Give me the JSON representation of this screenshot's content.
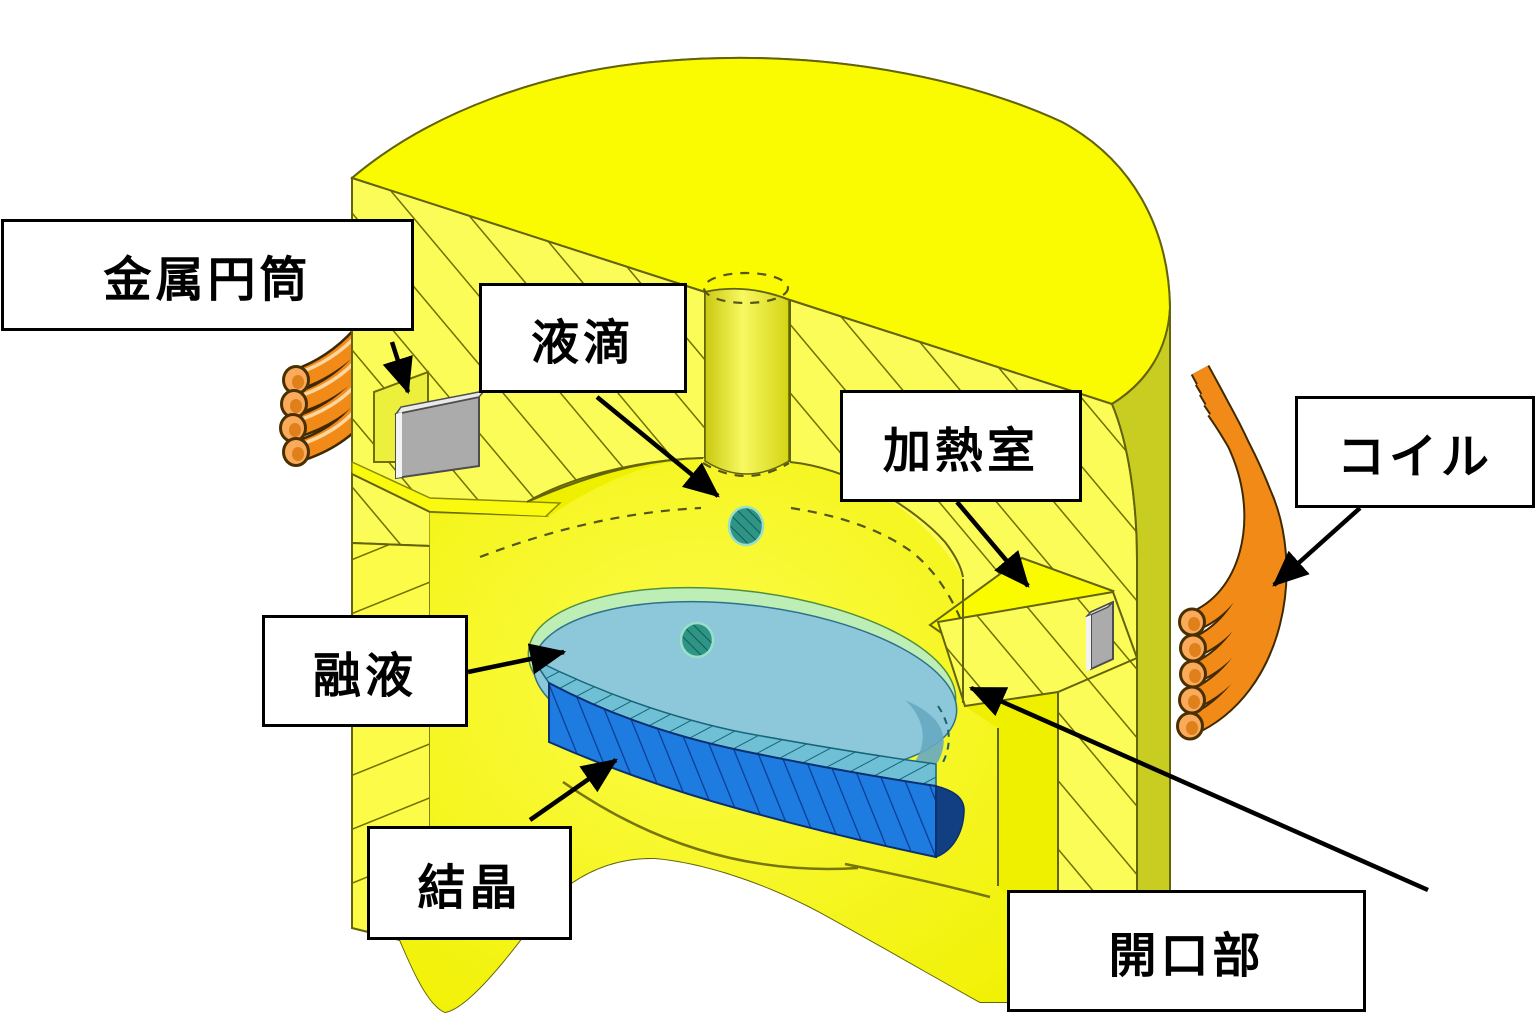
{
  "diagram": {
    "kind": "3d-cutaway-illustration",
    "labels": {
      "metal_cylinder": "金属円筒",
      "droplet": "液滴",
      "heating_chamber": "加熱室",
      "coil": "コイル",
      "melt": "融液",
      "crystal": "結晶",
      "opening": "開口部"
    },
    "colors": {
      "body_yellow": "#EFEF00",
      "top_yellow": "#FAFA00",
      "hatch_face": "#FCFC58",
      "hatch_line": "#6F6F00",
      "side_olive": "#C9CD22",
      "crystal_blue": "#1E7CE0",
      "crystal_hatch": "#0A3C96",
      "crystal_side": "#123F82",
      "melt_surface": "#8CC8DA",
      "melt_band": "#6FC0D4",
      "rim_green": "#BCEEB6",
      "droplet_teal": "#2E9486",
      "coil_orange": "#F28A18",
      "plate_gray": "#ABABAB",
      "label_bg": "#FFFFFF",
      "label_border": "#000000",
      "arrow": "#000000"
    }
  }
}
